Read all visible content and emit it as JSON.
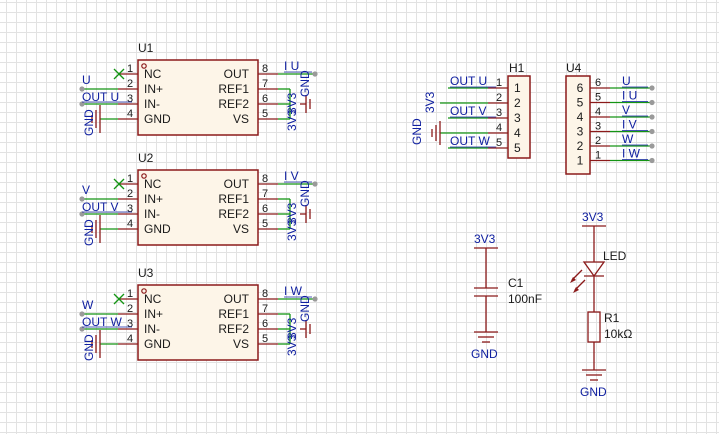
{
  "colors": {
    "component": "#8b1a1a",
    "wire": "#149414",
    "net_label": "#1020a0",
    "body_fill": "#fdf5e8",
    "grid": "#e2e2e2"
  },
  "sensor_pins": [
    "NC",
    "IN+",
    "IN-",
    "GND",
    "OUT",
    "REF1",
    "REF2",
    "VS"
  ],
  "sensor_pin_numbers": [
    "1",
    "2",
    "3",
    "4",
    "8",
    "7",
    "6",
    "5"
  ],
  "sensors": [
    {
      "ref": "U1",
      "in_net": "U",
      "out_net": "OUT_U",
      "result_net": "I_U",
      "ref_net": "3V3",
      "vs_net": "3V3",
      "gnd_net": "GND",
      "gnd_label": "GND"
    },
    {
      "ref": "U2",
      "in_net": "V",
      "out_net": "OUT_V",
      "result_net": "I_V",
      "ref_net": "3V3",
      "vs_net": "3V3",
      "gnd_net": "GND",
      "gnd_label": "GND"
    },
    {
      "ref": "U3",
      "in_net": "W",
      "out_net": "OUT_W",
      "result_net": "I_W",
      "ref_net": "3V3",
      "vs_net": "3V3",
      "gnd_net": "GND",
      "gnd_label": "GND"
    }
  ],
  "h1": {
    "ref": "H1",
    "pins": [
      "1",
      "2",
      "3",
      "4",
      "5"
    ],
    "nets": [
      "OUT_U",
      "3V3",
      "OUT_V",
      "GND",
      "OUT_W"
    ]
  },
  "u4": {
    "ref": "U4",
    "pins": [
      "6",
      "5",
      "4",
      "3",
      "2",
      "1"
    ],
    "inner_pins": [
      "6",
      "5",
      "4",
      "3",
      "2",
      "1"
    ],
    "nets": [
      "U",
      "I_U",
      "V",
      "I_V",
      "W",
      "I_W"
    ]
  },
  "c1": {
    "ref": "C1",
    "value": "100nF",
    "top_net": "3V3",
    "bottom_net": "GND"
  },
  "led": {
    "ref": "LED",
    "top_net": "3V3"
  },
  "r1": {
    "ref": "R1",
    "value": "10kΩ",
    "bottom_net": "GND"
  }
}
